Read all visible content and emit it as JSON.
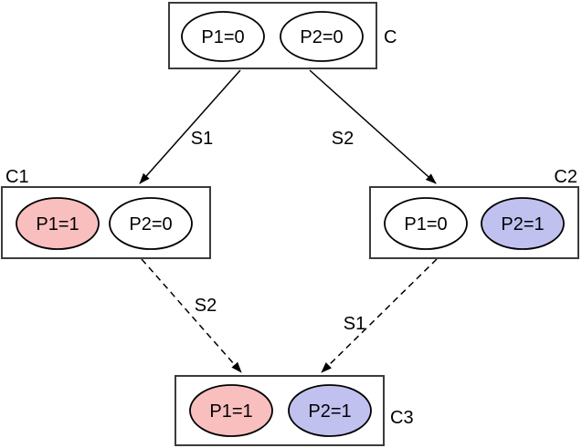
{
  "diagram": {
    "colors": {
      "property_p1_set_fill": "#f9bebe",
      "property_p2_set_fill": "#c1c1f0",
      "property_unset_fill": "#ffffff",
      "box_stroke": "#3b3b3b",
      "edge_color": "#000000"
    },
    "nodes": {
      "c": {
        "label": "C",
        "ellipses": [
          {
            "text": "P1=0",
            "fill": "#ffffff"
          },
          {
            "text": "P2=0",
            "fill": "#ffffff"
          }
        ]
      },
      "c1": {
        "label": "C1",
        "ellipses": [
          {
            "text": "P1=1",
            "fill": "#f9bebe"
          },
          {
            "text": "P2=0",
            "fill": "#ffffff"
          }
        ]
      },
      "c2": {
        "label": "C2",
        "ellipses": [
          {
            "text": "P1=0",
            "fill": "#ffffff"
          },
          {
            "text": "P2=1",
            "fill": "#c1c1f0"
          }
        ]
      },
      "c3": {
        "label": "C3",
        "ellipses": [
          {
            "text": "P1=1",
            "fill": "#f9bebe"
          },
          {
            "text": "P2=1",
            "fill": "#c1c1f0"
          }
        ]
      }
    },
    "edges": [
      {
        "label": "S1",
        "from": "C",
        "to": "C1",
        "style": "solid"
      },
      {
        "label": "S2",
        "from": "C",
        "to": "C2",
        "style": "solid"
      },
      {
        "label": "S2",
        "from": "C1",
        "to": "C3",
        "style": "dashed"
      },
      {
        "label": "S1",
        "from": "C2",
        "to": "C3",
        "style": "dashed"
      }
    ]
  }
}
